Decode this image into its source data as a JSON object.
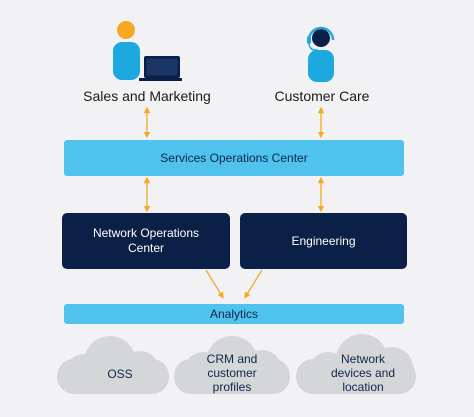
{
  "people": {
    "sales": {
      "label": "Sales and Marketing",
      "icon": "person-with-laptop-icon"
    },
    "care": {
      "label": "Customer Care",
      "icon": "person-with-headset-icon"
    }
  },
  "soc": {
    "label": "Services Operations Center"
  },
  "noc": {
    "label_line1": "Network Operations",
    "label_line2": "Center"
  },
  "engineering": {
    "label": "Engineering"
  },
  "analytics": {
    "label": "Analytics"
  },
  "clouds": {
    "oss": {
      "label": "OSS"
    },
    "crm": {
      "line1": "CRM and",
      "line2": "customer",
      "line3": "profiles"
    },
    "network": {
      "line1": "Network",
      "line2": "devices and",
      "line3": "location"
    }
  },
  "colors": {
    "background": "#f2f2f4",
    "light_blue": "#4fc3ee",
    "dark_navy": "#0b2046",
    "orange": "#f7a823",
    "cloud_gray": "#d4d6d8"
  }
}
